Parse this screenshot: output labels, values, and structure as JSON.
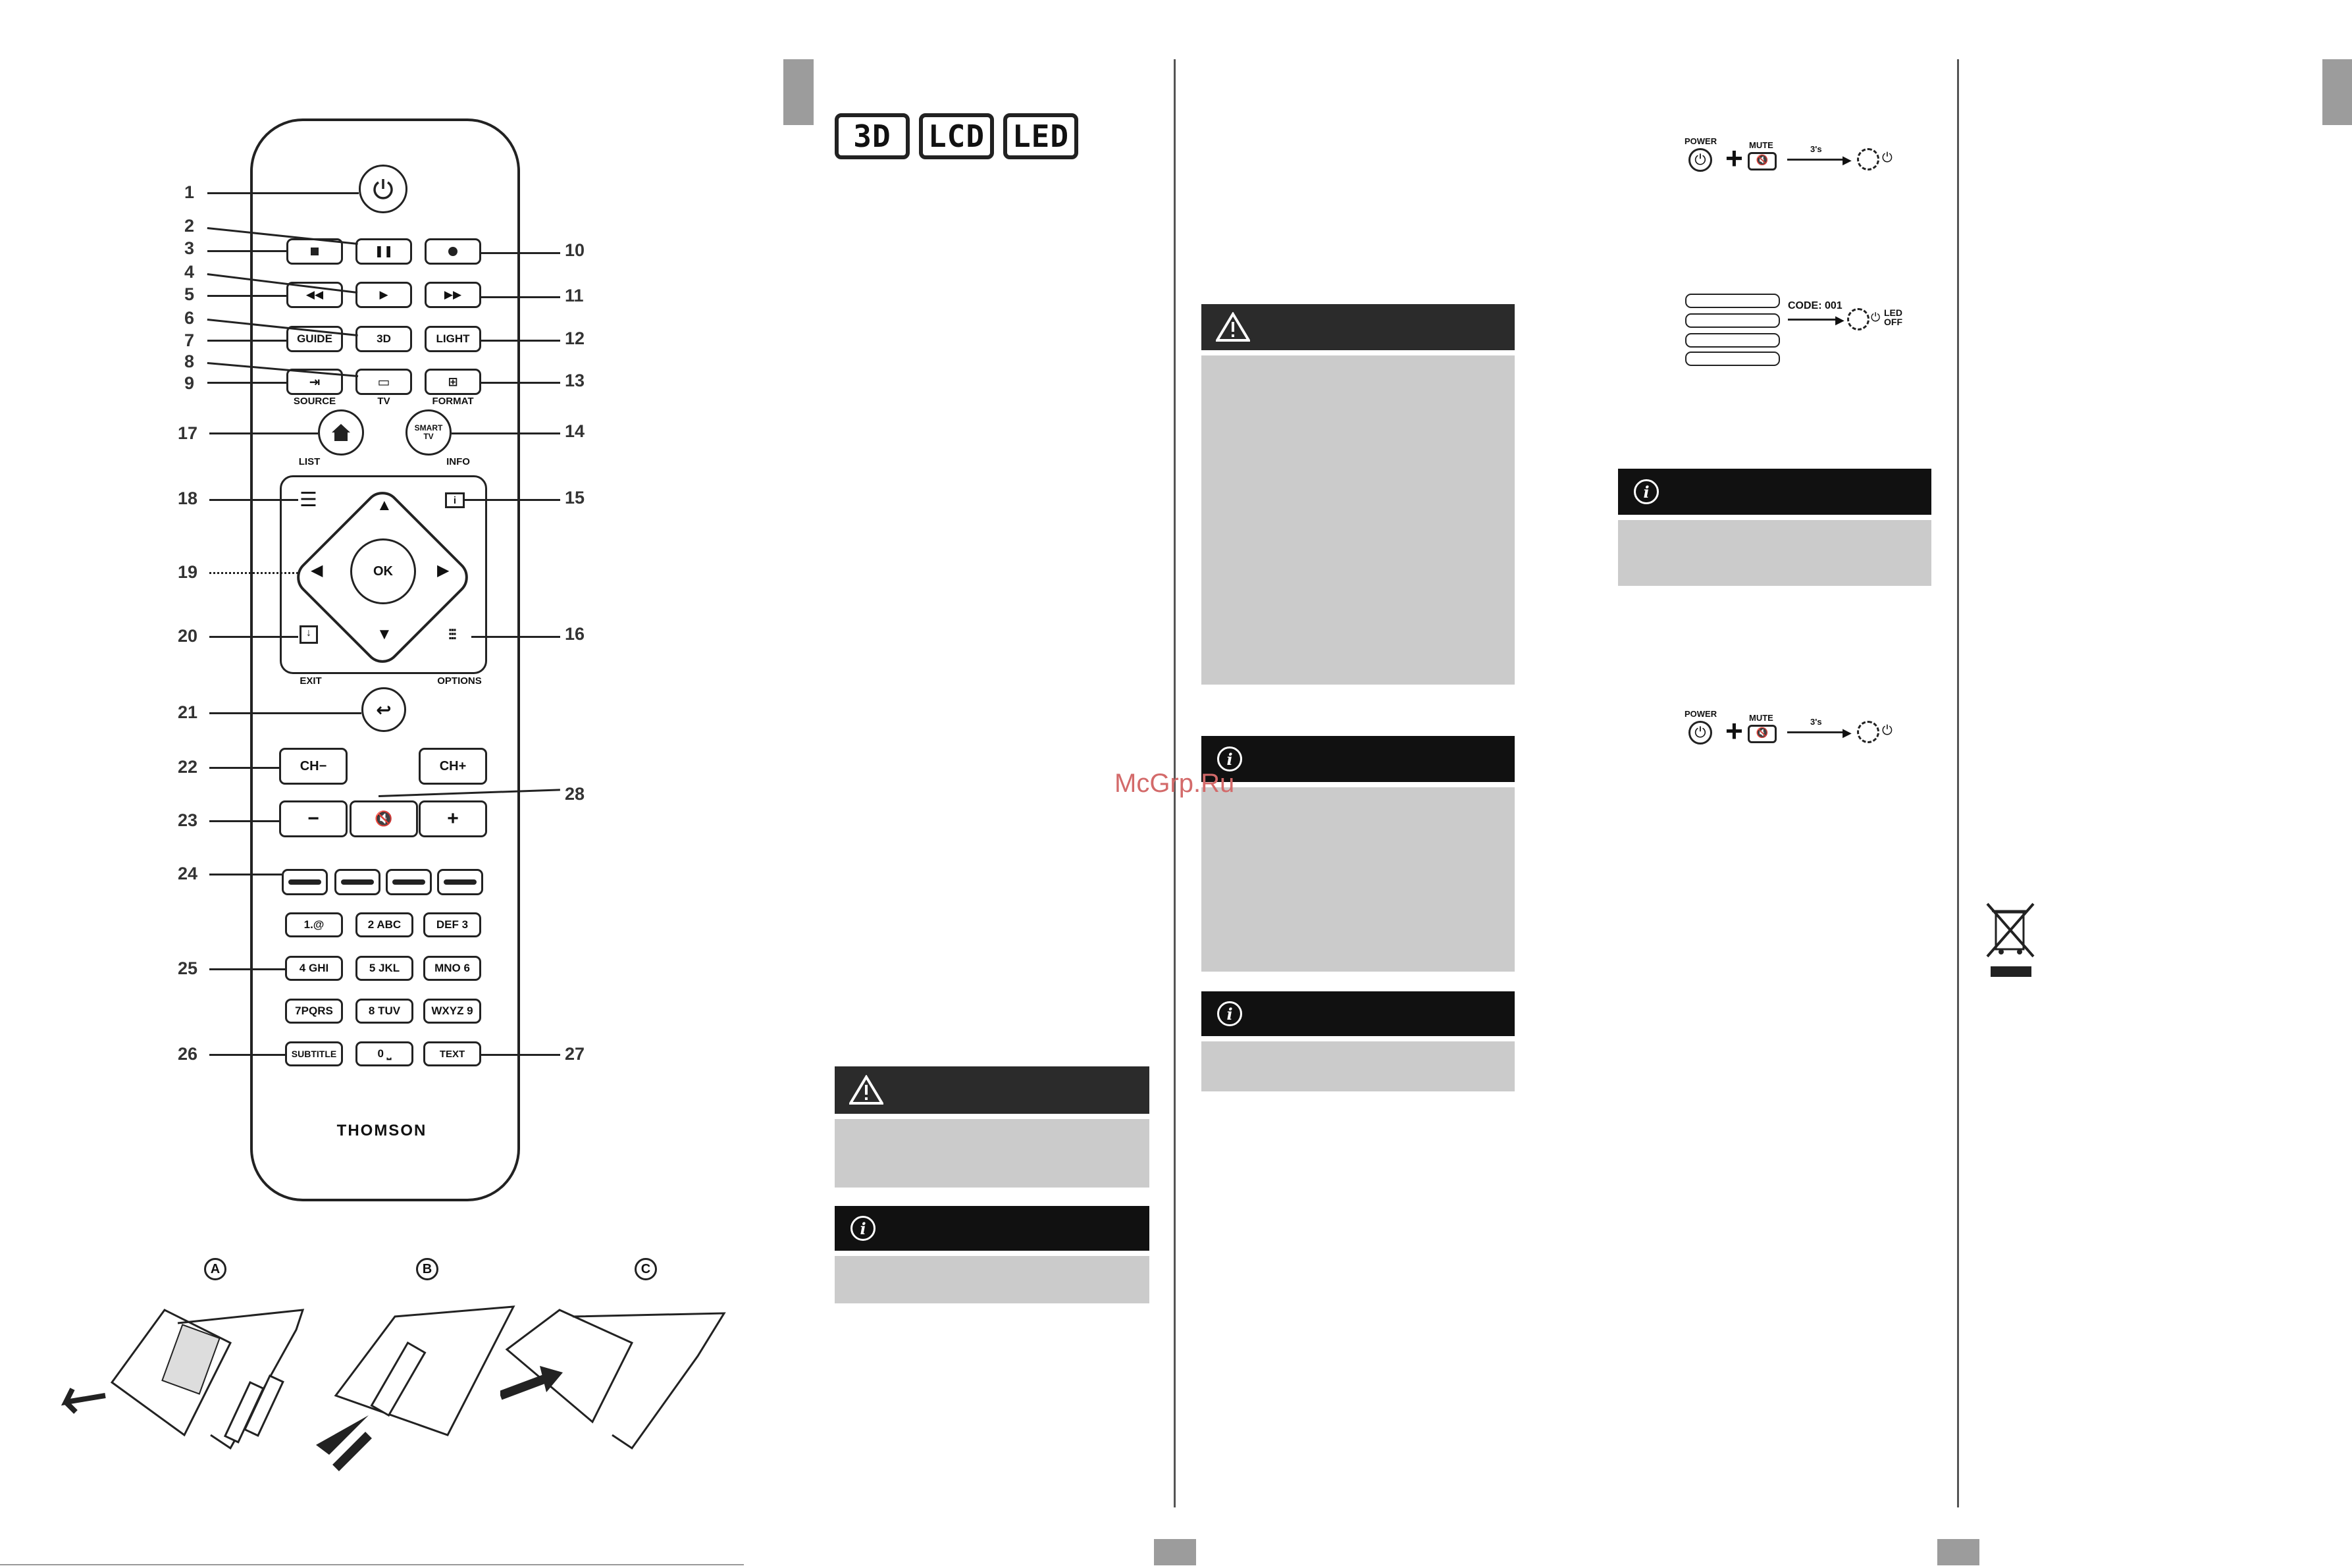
{
  "badges": [
    "3D",
    "LCD",
    "LED"
  ],
  "watermark": "McGrp.Ru",
  "remote": {
    "brand": "THOMSON",
    "buttons": {
      "guide": "GUIDE",
      "three_d": "3D",
      "light": "LIGHT",
      "smart_tv": "SMART TV",
      "ok": "OK",
      "ch_minus": "CH−",
      "ch_plus": "CH+",
      "vol_minus": "−",
      "vol_plus": "+",
      "subtitle": "SUBTITLE",
      "text": "TEXT",
      "digits": [
        "1.@",
        "2 ABC",
        "DEF 3",
        "4 GHI",
        "5 JKL",
        "MNO 6",
        "7PQRS",
        "8 TUV",
        "WXYZ 9",
        "0 ⎵"
      ]
    },
    "labels": {
      "source": "SOURCE",
      "tv": "TV",
      "format": "FORMAT",
      "list": "LIST",
      "info": "INFO",
      "exit": "EXIT",
      "options": "OPTIONS"
    },
    "callout_numbers": [
      "1",
      "2",
      "3",
      "4",
      "5",
      "6",
      "7",
      "8",
      "9",
      "10",
      "11",
      "12",
      "13",
      "14",
      "15",
      "16",
      "17",
      "18",
      "19",
      "20",
      "21",
      "22",
      "23",
      "24",
      "25",
      "26",
      "27",
      "28"
    ]
  },
  "battery_steps": [
    "A",
    "B",
    "C"
  ],
  "pairing": {
    "power_label": "POWER",
    "mute_label": "MUTE",
    "hold_time": "3's",
    "code_label": "CODE: 001",
    "led_off": "LED OFF",
    "plus": "+"
  },
  "icons": [
    "power-icon",
    "warning-icon",
    "info-icon",
    "recycle-bin-icon",
    "arrow-icon",
    "led-icon"
  ]
}
